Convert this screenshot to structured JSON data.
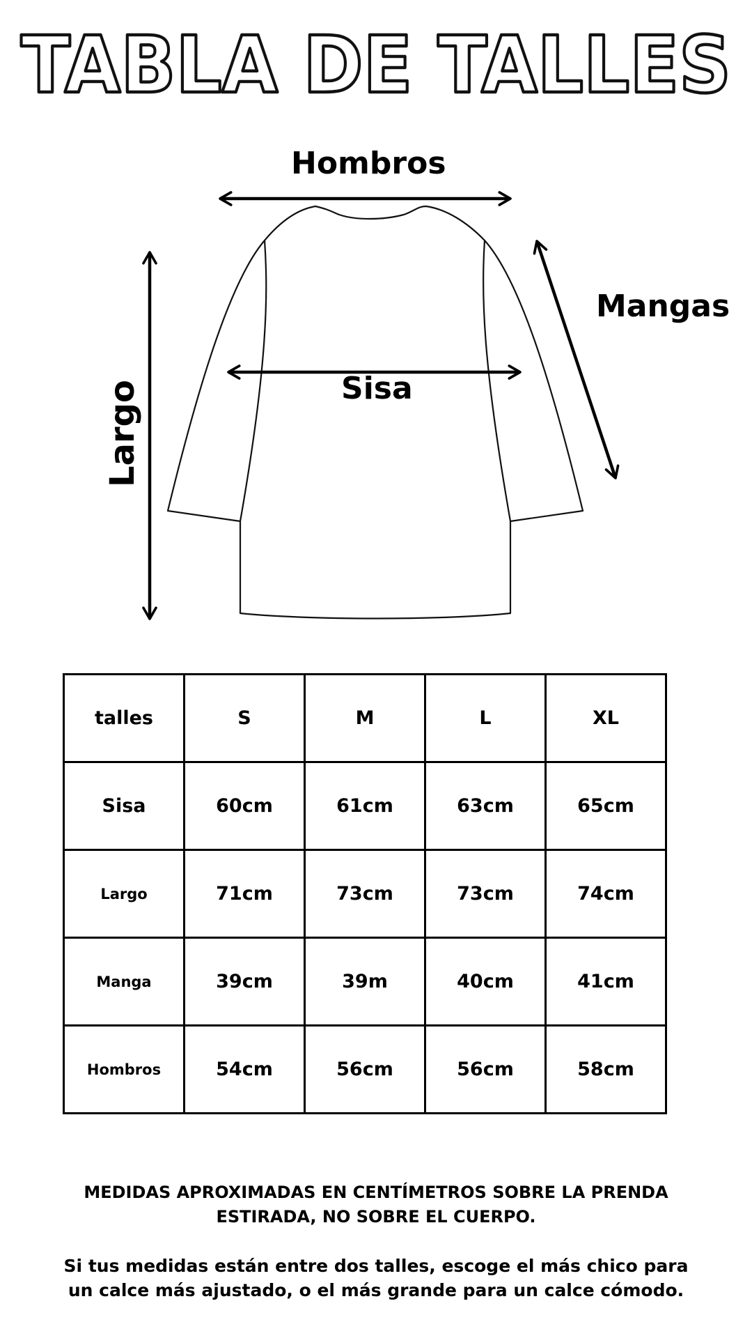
{
  "title": "TABLA DE TALLES",
  "diagram": {
    "labels": {
      "shoulders": "Hombros",
      "sleeves": "Mangas",
      "chest": "Sisa",
      "length": "Largo"
    }
  },
  "table": {
    "header": [
      "talles",
      "S",
      "M",
      "L",
      "XL"
    ],
    "rows": [
      {
        "label": "Sisa",
        "values": [
          "60cm",
          "61cm",
          "63cm",
          "65cm"
        ]
      },
      {
        "label": "Largo",
        "values": [
          "71cm",
          "73cm",
          "73cm",
          "74cm"
        ]
      },
      {
        "label": "Manga",
        "values": [
          "39cm",
          "39m",
          "40cm",
          "41cm"
        ]
      },
      {
        "label": "Hombros",
        "values": [
          "54cm",
          "56cm",
          "56cm",
          "58cm"
        ]
      }
    ]
  },
  "notes": {
    "disclaimer": "MEDIDAS APROXIMADAS EN CENTÍMETROS SOBRE LA PRENDA ESTIRADA, NO SOBRE EL CUERPO.",
    "advice": "Si tus medidas están entre dos talles, escoge el más chico para un calce más ajustado, o el más grande para un calce cómodo."
  }
}
